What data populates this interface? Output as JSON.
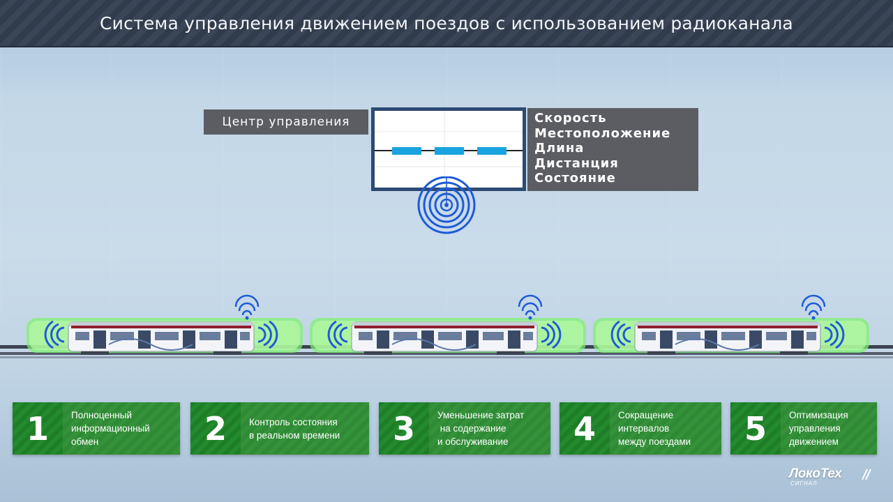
{
  "header": {
    "title": "Система управления движением поездов с использованием радиоканала"
  },
  "control_center": {
    "label": "Центр управления",
    "parameters": [
      "Скорость",
      "Местоположение",
      "Длина",
      "Дистанция",
      "Состояние"
    ]
  },
  "benefits": [
    {
      "number": "1",
      "lines": [
        "Полноценный",
        "информационный",
        "обмен"
      ]
    },
    {
      "number": "2",
      "lines": [
        "Контроль состояния",
        "в реальном времени"
      ]
    },
    {
      "number": "3",
      "lines": [
        "Уменьшение затрат",
        " на содержание",
        "и обслуживание"
      ]
    },
    {
      "number": "4",
      "lines": [
        "Сокращение",
        "интервалов",
        "между поездами"
      ]
    },
    {
      "number": "5",
      "lines": [
        "Оптимизация",
        "управления",
        "движением"
      ]
    }
  ],
  "logo": {
    "name": "ЛокоТех",
    "subtitle": "СИГНАЛ"
  },
  "colors": {
    "header_bg": "#333e4f",
    "label_bg": "#5b5d63",
    "monitor_frame": "#2d4a72",
    "radio_blue": "#1f5bd8",
    "card_green": "#238a2e",
    "zone_green": "#8cf57c",
    "track_block_blue": "#1aa3e0"
  },
  "icons": [
    "radio-wave-icon",
    "signal-arcs-icon",
    "train-icon"
  ]
}
